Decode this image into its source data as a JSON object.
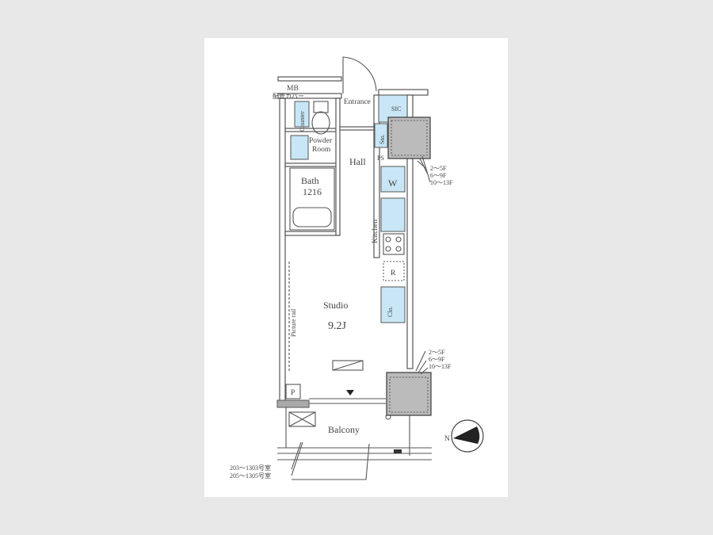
{
  "plan": {
    "rooms": {
      "mb": "MB",
      "pipe_cover": "配管カバー",
      "entrance": "Entrance",
      "sic": "SIC",
      "counter": "Counter",
      "powder_room_1": "Powder",
      "powder_room_2": "Room",
      "sto": "Sto.",
      "ps": "PS",
      "hall": "Hall",
      "bath": "Bath",
      "bath_size": "1216",
      "w": "W",
      "kitchen": "Kitchen",
      "r": "R",
      "studio": "Studio",
      "studio_size": "9.2J",
      "clo": "Clo.",
      "picture_rail": "Picture rail",
      "p": "P",
      "balcony": "Balcony"
    },
    "floor_notes_upper": [
      "2～5F",
      "6～9F",
      "10～13F"
    ],
    "floor_notes_lower": [
      "2～5F",
      "6～9F",
      "10～13F"
    ],
    "unit_notes": [
      "203～1303号室",
      "205～1305号室"
    ],
    "compass": "N",
    "colors": {
      "wet_area": "#c8e6f5",
      "column": "#bbbbbb",
      "background": "#e8e8e8"
    }
  }
}
